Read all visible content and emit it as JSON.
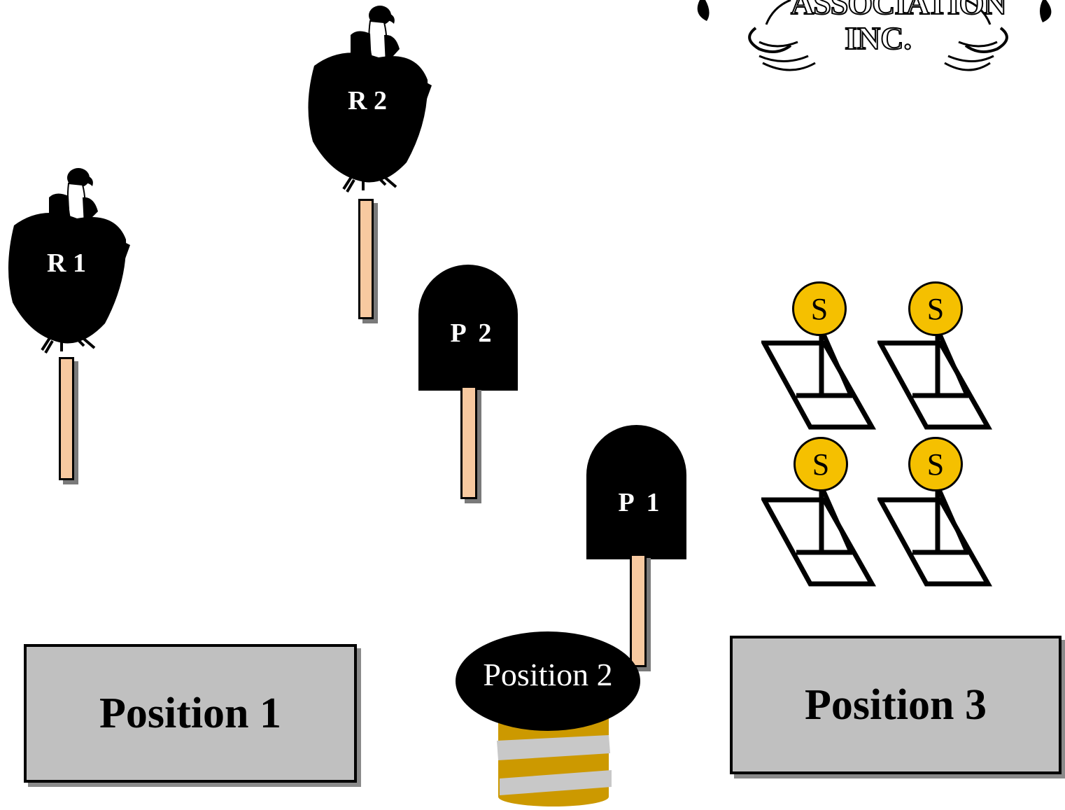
{
  "logo": {
    "line1": "ASSOCIATION",
    "line2": "INC."
  },
  "vultures": [
    {
      "id": "r1",
      "label": "R 1"
    },
    {
      "id": "r2",
      "label": "R 2"
    }
  ],
  "shovels": [
    {
      "id": "p2",
      "label": "P  2"
    },
    {
      "id": "p1",
      "label": "P  1"
    }
  ],
  "traps": [
    {
      "label": "S"
    },
    {
      "label": "S"
    },
    {
      "label": "S"
    },
    {
      "label": "S"
    }
  ],
  "positions": {
    "position1": "Position 1",
    "position2": "Position 2",
    "position3": "Position 3"
  },
  "colors": {
    "stick": "#f7c9a0",
    "coin": "#f5c000",
    "box": "#c0c0c0",
    "drum": "#cc9900"
  }
}
